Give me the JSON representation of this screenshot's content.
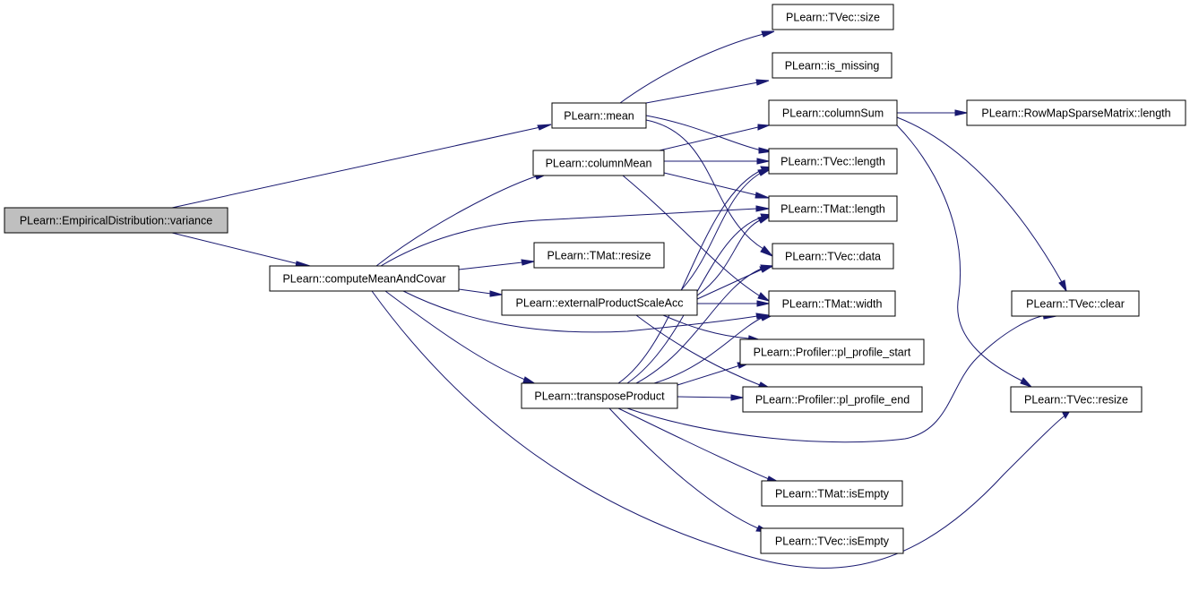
{
  "graph": {
    "type": "call-graph",
    "colors": {
      "edge": "#191970",
      "node_border": "#000000",
      "node_fill": "#ffffff",
      "root_fill": "#bfbfbf"
    },
    "nodes": [
      {
        "id": "variance",
        "label": "PLearn::EmpiricalDistribution::variance",
        "root": true
      },
      {
        "id": "computeMeanAndCovar",
        "label": "PLearn::computeMeanAndCovar"
      },
      {
        "id": "mean",
        "label": "PLearn::mean"
      },
      {
        "id": "columnMean",
        "label": "PLearn::columnMean"
      },
      {
        "id": "tmat_resize",
        "label": "PLearn::TMat::resize"
      },
      {
        "id": "externalProductScaleAcc",
        "label": "PLearn::externalProductScaleAcc"
      },
      {
        "id": "transposeProduct",
        "label": "PLearn::transposeProduct"
      },
      {
        "id": "tvec_size",
        "label": "PLearn::TVec::size"
      },
      {
        "id": "is_missing",
        "label": "PLearn::is_missing"
      },
      {
        "id": "columnSum",
        "label": "PLearn::columnSum"
      },
      {
        "id": "tvec_length",
        "label": "PLearn::TVec::length"
      },
      {
        "id": "tmat_length",
        "label": "PLearn::TMat::length"
      },
      {
        "id": "tvec_data",
        "label": "PLearn::TVec::data"
      },
      {
        "id": "tmat_width",
        "label": "PLearn::TMat::width"
      },
      {
        "id": "pl_profile_start",
        "label": "PLearn::Profiler::pl_profile_start"
      },
      {
        "id": "pl_profile_end",
        "label": "PLearn::Profiler::pl_profile_end"
      },
      {
        "id": "tmat_isEmpty",
        "label": "PLearn::TMat::isEmpty"
      },
      {
        "id": "tvec_isEmpty",
        "label": "PLearn::TVec::isEmpty"
      },
      {
        "id": "rowmap_length",
        "label": "PLearn::RowMapSparseMatrix::length"
      },
      {
        "id": "tvec_clear",
        "label": "PLearn::TVec::clear"
      },
      {
        "id": "tvec_resize",
        "label": "PLearn::TVec::resize"
      }
    ],
    "edges": [
      {
        "from": "variance",
        "to": "mean"
      },
      {
        "from": "variance",
        "to": "computeMeanAndCovar"
      },
      {
        "from": "mean",
        "to": "tvec_size"
      },
      {
        "from": "mean",
        "to": "is_missing"
      },
      {
        "from": "mean",
        "to": "tvec_length"
      },
      {
        "from": "mean",
        "to": "tvec_data"
      },
      {
        "from": "computeMeanAndCovar",
        "to": "columnMean"
      },
      {
        "from": "computeMeanAndCovar",
        "to": "tmat_length"
      },
      {
        "from": "computeMeanAndCovar",
        "to": "tmat_resize"
      },
      {
        "from": "computeMeanAndCovar",
        "to": "externalProductScaleAcc"
      },
      {
        "from": "computeMeanAndCovar",
        "to": "tmat_width"
      },
      {
        "from": "computeMeanAndCovar",
        "to": "transposeProduct"
      },
      {
        "from": "computeMeanAndCovar",
        "to": "tvec_resize"
      },
      {
        "from": "columnMean",
        "to": "columnSum"
      },
      {
        "from": "columnMean",
        "to": "tvec_length"
      },
      {
        "from": "columnMean",
        "to": "tmat_length"
      },
      {
        "from": "columnMean",
        "to": "tmat_width"
      },
      {
        "from": "columnSum",
        "to": "rowmap_length"
      },
      {
        "from": "columnSum",
        "to": "tvec_clear"
      },
      {
        "from": "columnSum",
        "to": "tvec_resize"
      },
      {
        "from": "externalProductScaleAcc",
        "to": "tvec_length"
      },
      {
        "from": "externalProductScaleAcc",
        "to": "tmat_length"
      },
      {
        "from": "externalProductScaleAcc",
        "to": "tvec_data"
      },
      {
        "from": "externalProductScaleAcc",
        "to": "tmat_width"
      },
      {
        "from": "externalProductScaleAcc",
        "to": "pl_profile_start"
      },
      {
        "from": "externalProductScaleAcc",
        "to": "pl_profile_end"
      },
      {
        "from": "transposeProduct",
        "to": "tvec_length"
      },
      {
        "from": "transposeProduct",
        "to": "tmat_length"
      },
      {
        "from": "transposeProduct",
        "to": "tvec_data"
      },
      {
        "from": "transposeProduct",
        "to": "tmat_width"
      },
      {
        "from": "transposeProduct",
        "to": "pl_profile_start"
      },
      {
        "from": "transposeProduct",
        "to": "pl_profile_end"
      },
      {
        "from": "transposeProduct",
        "to": "tvec_clear"
      },
      {
        "from": "transposeProduct",
        "to": "tmat_isEmpty"
      },
      {
        "from": "transposeProduct",
        "to": "tvec_isEmpty"
      }
    ]
  }
}
